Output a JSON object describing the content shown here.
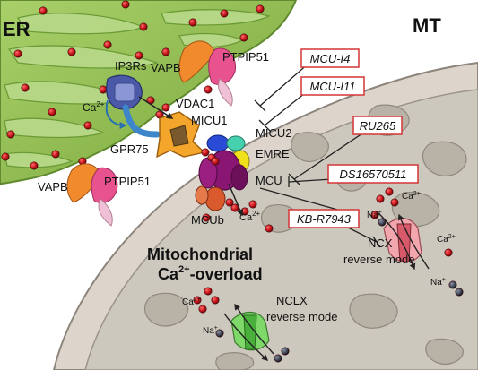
{
  "regions": {
    "er": "ER",
    "mt": "MT"
  },
  "tethers": {
    "vapb_top": "VAPB",
    "ptpip51_top": "PTPIP51",
    "vapb_bottom": "VAPB",
    "ptpip51_bottom": "PTPIP51"
  },
  "er_channel": {
    "ip3rs": "IP3Rs",
    "grp75": "GPR75",
    "vdac1": "VDAC1",
    "ca_ion": "Ca",
    "ca_charge": "2+"
  },
  "mcu_complex": {
    "micu1": "MICU1",
    "micu2": "MICU2",
    "emre": "EMRE",
    "mcu": "MCU",
    "mcub": "MCUb",
    "ca_ion": "Ca",
    "ca_charge": "2+"
  },
  "inhibitors": [
    "MCU-I4",
    "MCU-I11",
    "RU265",
    "DS16570511",
    "KB-R7943"
  ],
  "overload": {
    "line1": "Mitochondrial",
    "line2_prefix": "Ca",
    "line2_charge": "2+",
    "line2_suffix": "-overload"
  },
  "ncx": {
    "name": "NCX",
    "mode": "reverse mode",
    "ca_charge": "2+",
    "na": "Na",
    "na_charge": "+"
  },
  "nclx": {
    "name": "NCLX",
    "mode": "reverse mode",
    "ca_charge": "2+",
    "na": "Na",
    "na_charge": "+"
  },
  "colors": {
    "er_green": "#8fbd4f",
    "er_dark": "#5f8a2e",
    "mito_outer": "#d8d0c8",
    "mito_inner": "#cfcac0",
    "ca_ion": "#c8171c",
    "na_ion": "#2a2e3a",
    "inhibitor_border": "#d33636",
    "grp75_blue": "#3c86c9"
  }
}
